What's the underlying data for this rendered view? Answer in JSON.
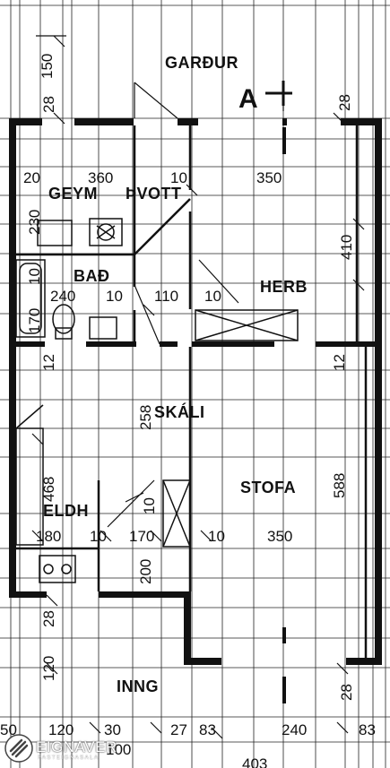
{
  "plan": {
    "axis_marker": "A",
    "rooms": {
      "gardur": "GARÐUR",
      "geym": "GEYM",
      "pvott": "ÞVOTT",
      "bad": "BAÐ",
      "herb": "HERB",
      "skali": "SKÁLI",
      "stofa": "STOFA",
      "eldh": "ELDH",
      "inng": "INNG"
    },
    "dimensions": {
      "d150": "150",
      "d28_top_left": "28",
      "d28_top_right": "28",
      "d20": "20",
      "d360": "360",
      "d10_geym": "10",
      "d350_herb": "350",
      "d230": "230",
      "d410": "410",
      "d10_bad": "10",
      "d240": "240",
      "d10_bad2": "10",
      "d110": "110",
      "d10_herb": "10",
      "d170_bad": "170",
      "d12_left": "12",
      "d12_right": "12",
      "d258": "258",
      "d468": "468",
      "d588": "588",
      "d180": "180",
      "d10_eldh": "10",
      "d170_eldh": "170",
      "d10_skali": "10",
      "d10_stofa": "10",
      "d350_stofa": "350",
      "d200": "200",
      "d28_left_bottom": "28",
      "d120_left": "120",
      "d28_right_bottom": "28",
      "d50": "50",
      "d120_bottom": "120",
      "d30": "30",
      "d27": "27",
      "d83_a": "83",
      "d240_bottom": "240",
      "d83_b": "83",
      "d100": "100",
      "d403": "403"
    }
  },
  "logo": {
    "brand": "EIGNAVER",
    "subtitle": "FASTEIGNASALA"
  },
  "colors": {
    "ink": "#111111",
    "paper": "#ffffff"
  }
}
